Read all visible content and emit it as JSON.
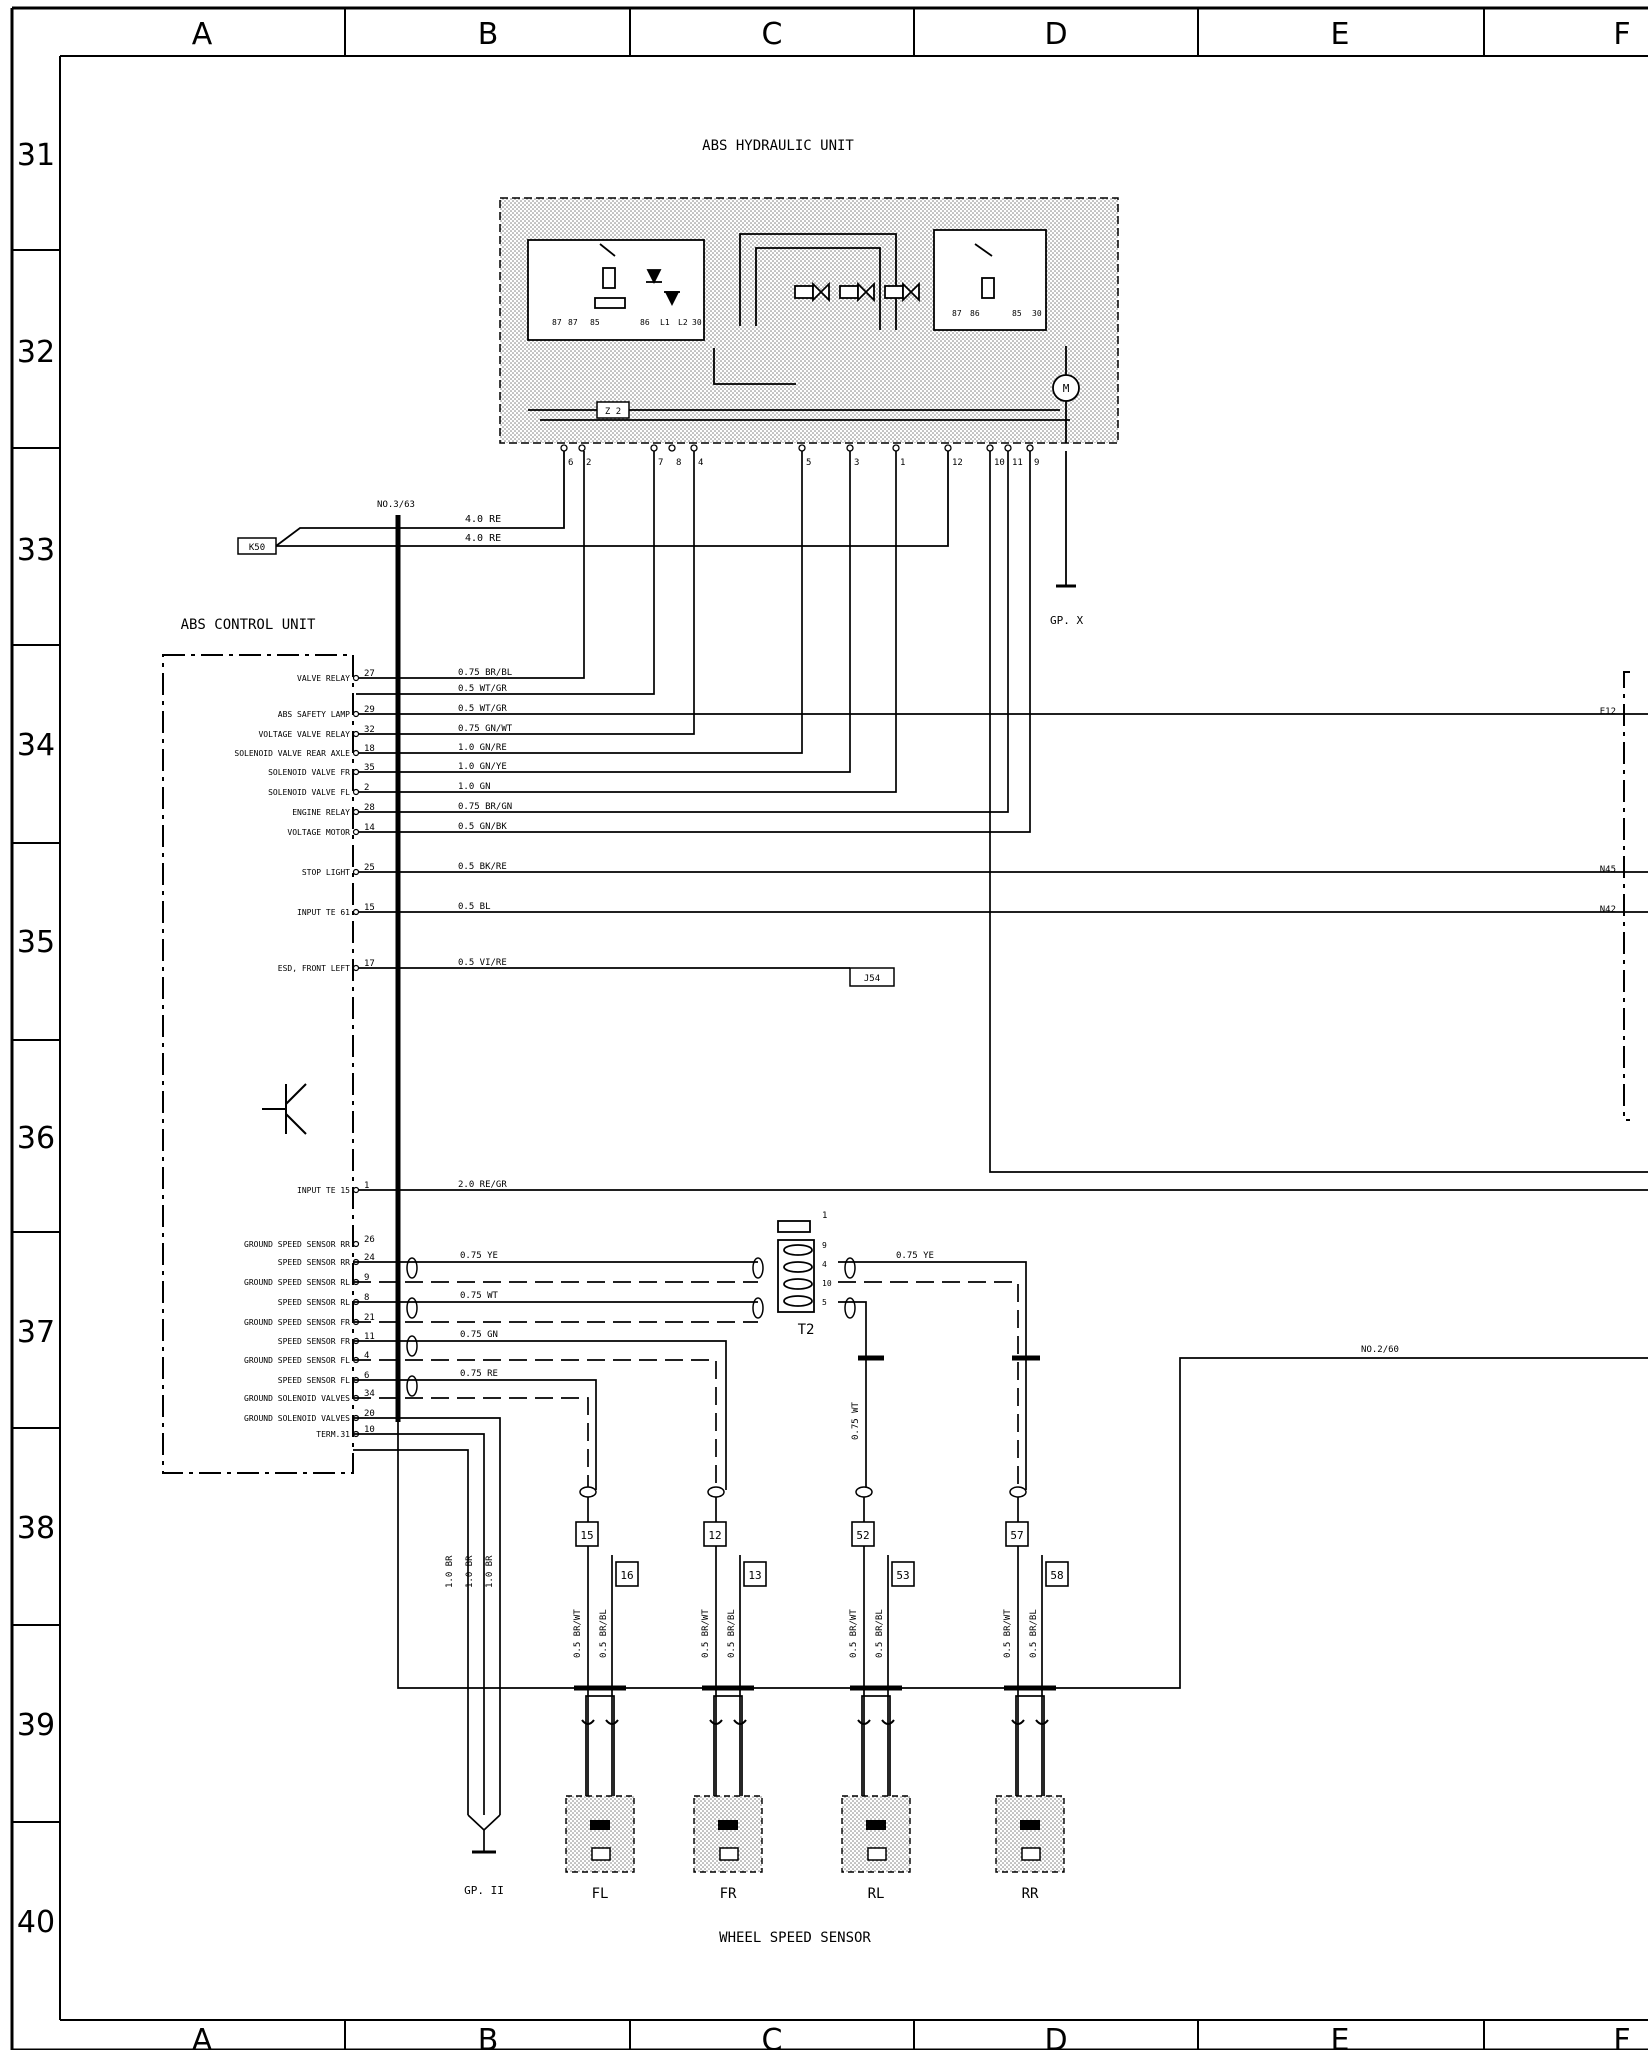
{
  "grid": {
    "columns": [
      "A",
      "B",
      "C",
      "D",
      "E",
      "F"
    ],
    "rows": [
      "31",
      "32",
      "33",
      "34",
      "35",
      "36",
      "37",
      "38",
      "39",
      "40"
    ]
  },
  "hydraulic_unit": {
    "title": "ABS HYDRAULIC UNIT",
    "relay_left_pins": [
      "87",
      "87",
      "85",
      "86",
      "L1",
      "L2",
      "30"
    ],
    "relay_right_pins": [
      "87",
      "86",
      "85",
      "30"
    ],
    "fuse_label": "Z 2",
    "motor_label": "M",
    "connector_pins": [
      "6",
      "2",
      "7",
      "8",
      "4",
      "5",
      "3",
      "1",
      "12",
      "10",
      "11",
      "9"
    ]
  },
  "refs": {
    "k50": "K50",
    "no363": "NO.3/63",
    "ground_x": "GP. X",
    "j54": "J54",
    "e12": "E12",
    "n45": "N45",
    "n42": "N42",
    "no260": "NO.2/60",
    "t2": "T2",
    "t2_num": "1",
    "ground_ii": "GP. II"
  },
  "upper_wires": [
    "4.0 RE",
    "4.0 RE"
  ],
  "control_unit": {
    "title": "ABS CONTROL UNIT",
    "pins": [
      {
        "label": "VALVE RELAY",
        "pin": "27",
        "wire": "0.75 BR/BL"
      },
      {
        "label": "",
        "pin": "",
        "wire": "0.5 WT/GR"
      },
      {
        "label": "ABS SAFETY LAMP",
        "pin": "29",
        "wire": "0.5 WT/GR"
      },
      {
        "label": "VOLTAGE VALVE RELAY",
        "pin": "32",
        "wire": "0.75 GN/WT"
      },
      {
        "label": "SOLENOID VALVE REAR AXLE",
        "pin": "18",
        "wire": "1.0 GN/RE"
      },
      {
        "label": "SOLENOID VALVE FR",
        "pin": "35",
        "wire": "1.0 GN/YE"
      },
      {
        "label": "SOLENOID VALVE FL",
        "pin": "2",
        "wire": "1.0 GN"
      },
      {
        "label": "ENGINE RELAY",
        "pin": "28",
        "wire": "0.75 BR/GN"
      },
      {
        "label": "VOLTAGE MOTOR",
        "pin": "14",
        "wire": "0.5 GN/BK"
      },
      {
        "label": "STOP LIGHT",
        "pin": "25",
        "wire": "0.5 BK/RE"
      },
      {
        "label": "INPUT TE 61",
        "pin": "15",
        "wire": "0.5 BL"
      },
      {
        "label": "ESD, FRONT LEFT",
        "pin": "17",
        "wire": "0.5 VI/RE"
      },
      {
        "label": "INPUT TE 15",
        "pin": "1",
        "wire": "2.0 RE/GR"
      }
    ],
    "sensor_pins": [
      {
        "label": "GROUND SPEED SENSOR RR",
        "pin": "26"
      },
      {
        "label": "SPEED SENSOR RR",
        "pin": "24"
      },
      {
        "label": "GROUND SPEED SENSOR RL",
        "pin": "9"
      },
      {
        "label": "SPEED SENSOR RL",
        "pin": "8"
      },
      {
        "label": "GROUND SPEED SENSOR FR",
        "pin": "21"
      },
      {
        "label": "SPEED SENSOR FR",
        "pin": "11"
      },
      {
        "label": "GROUND SPEED SENSOR FL",
        "pin": "4"
      },
      {
        "label": "SPEED SENSOR FL",
        "pin": "6"
      },
      {
        "label": "GROUND SOLENOID VALVES",
        "pin": "34"
      },
      {
        "label": "GROUND SOLENOID VALVES",
        "pin": "20"
      },
      {
        "label": "TERM.31",
        "pin": "10"
      }
    ]
  },
  "sensor_wires": [
    "0.75 YE",
    "0.75 WT",
    "0.75 GN",
    "0.75 RE",
    "0.75 YE",
    "0.75 WT"
  ],
  "t2_pins": [
    "9",
    "4",
    "10",
    "5"
  ],
  "ground_wires": [
    "1.0 BR",
    "1.0 BR",
    "1.0 BR"
  ],
  "sensors": [
    {
      "code_a": "15",
      "code_b": "16",
      "wire_a": "0.5 BR/WT",
      "wire_b": "0.5 BR/BL",
      "name": "FL"
    },
    {
      "code_a": "12",
      "code_b": "13",
      "wire_a": "0.5 BR/WT",
      "wire_b": "0.5 BR/BL",
      "name": "FR"
    },
    {
      "code_a": "52",
      "code_b": "53",
      "wire_a": "0.5 BR/WT",
      "wire_b": "0.5 BR/BL",
      "name": "RL"
    },
    {
      "code_a": "57",
      "code_b": "58",
      "wire_a": "0.5 BR/WT",
      "wire_b": "0.5 BR/BL",
      "name": "RR"
    }
  ],
  "sensor_caption": "WHEEL SPEED SENSOR"
}
